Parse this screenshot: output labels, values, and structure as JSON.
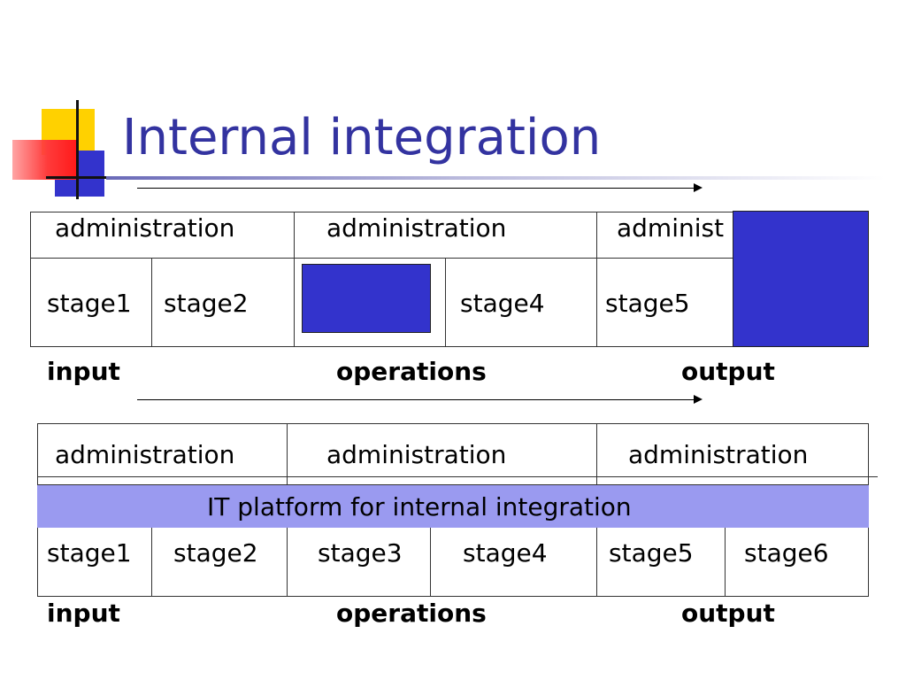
{
  "slide": {
    "title": "Internal integration"
  },
  "diagram_top": {
    "admin_labels": [
      "administration",
      "administration",
      "administ"
    ],
    "stage_labels": [
      "stage1",
      "stage2",
      "stage4",
      "stage5"
    ],
    "flow_labels": [
      "input",
      "operations",
      "output"
    ]
  },
  "diagram_bottom": {
    "admin_labels": [
      "administration",
      "administration",
      "administration"
    ],
    "platform_label": "IT platform for internal integration",
    "stage_labels": [
      "stage1",
      "stage2",
      "stage3",
      "stage4",
      "stage5",
      "stage6"
    ],
    "flow_labels": [
      "input",
      "operations",
      "output"
    ]
  },
  "colors": {
    "title": "#3333a0",
    "blue_block": "#3333cc",
    "platform_band": "#9a9af0",
    "logo_yellow": "#ffd100",
    "logo_red": "#ff1a1a"
  }
}
